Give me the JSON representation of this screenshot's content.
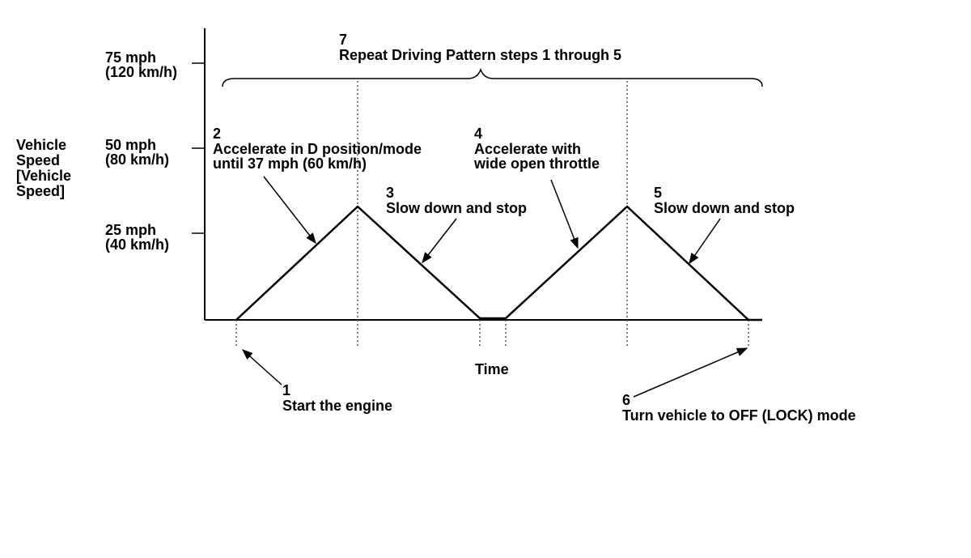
{
  "axes": {
    "y_title": "Vehicle\nSpeed\n[Vehicle\nSpeed]",
    "x_title": "Time",
    "ticks": [
      {
        "mph": "75 mph",
        "kmh": "(120 km/h)"
      },
      {
        "mph": "50 mph",
        "kmh": "(80 km/h)"
      },
      {
        "mph": "25 mph",
        "kmh": "(40 km/h)"
      }
    ]
  },
  "steps": [
    {
      "num": "1",
      "text": "Start the engine"
    },
    {
      "num": "2",
      "text": "Accelerate in D position/mode\nuntil 37 mph (60 km/h)"
    },
    {
      "num": "3",
      "text": "Slow down and stop"
    },
    {
      "num": "4",
      "text": "Accelerate with\nwide open throttle"
    },
    {
      "num": "5",
      "text": "Slow down and stop"
    },
    {
      "num": "6",
      "text": "Turn vehicle to OFF (LOCK) mode"
    },
    {
      "num": "7",
      "text": "Repeat Driving Pattern steps 1 through 5"
    }
  ],
  "colors": {
    "line": "#000000",
    "guide": "#555555",
    "background": "#ffffff"
  }
}
